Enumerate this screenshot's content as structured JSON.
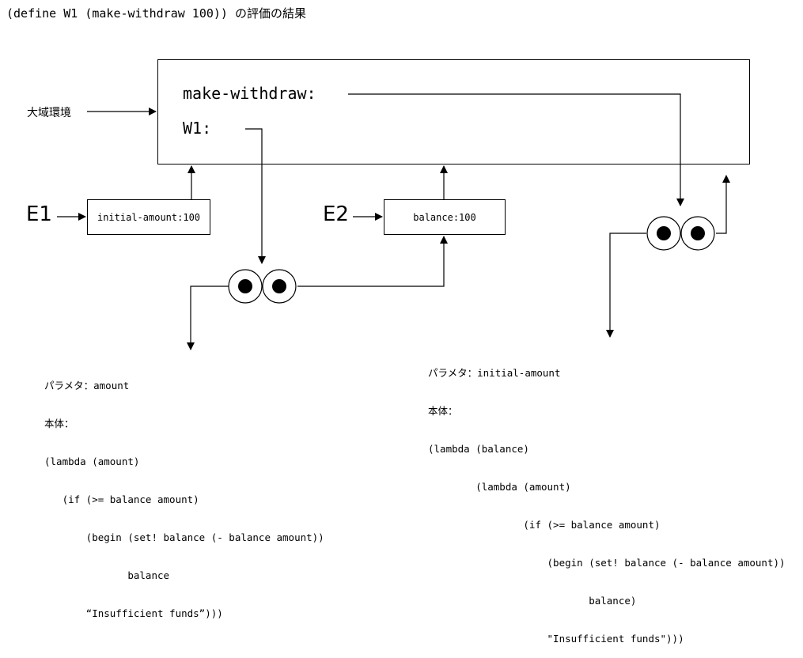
{
  "title": "(define W1 (make-withdraw 100)) の評価の結果",
  "global_env": {
    "label": "大域環境",
    "bindings": [
      "make-withdraw:",
      "W1:"
    ]
  },
  "frames": [
    {
      "name": "E1",
      "binding": "initial-amount:100"
    },
    {
      "name": "E2",
      "binding": "balance:100"
    }
  ],
  "procedures": [
    {
      "params_line": "パラメタ：amount",
      "body_label": "本体：",
      "body": [
        "(lambda (amount)",
        "   (if (>= balance amount)",
        "       (begin (set! balance (- balance amount))",
        "              balance",
        "       “Insufficient funds”)))"
      ]
    },
    {
      "params_line": "パラメタ：initial-amount",
      "body_label": "本体：",
      "body": [
        "(lambda (balance)",
        "        (lambda (amount)",
        "                (if (>= balance amount)",
        "                    (begin (set! balance (- balance amount))",
        "                           balance)",
        "                    \"Insufficient funds\")))"
      ]
    }
  ]
}
